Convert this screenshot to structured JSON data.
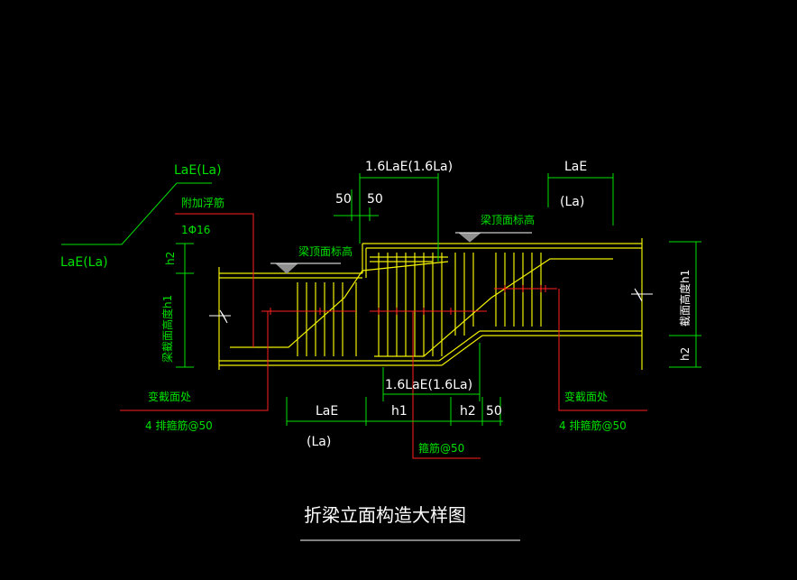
{
  "labels": {
    "lae_la_top": "LaE(La)",
    "lae_la_left": "LaE(La)",
    "fujia_fujin": "附加浮筋",
    "phi16": "1Φ16",
    "h2_left": "h2",
    "h1_left_vertical": "梁截面高度h1",
    "jiejiemian_left": "变截面处",
    "paijin_left": "4 排箍筋@50",
    "liang_top_left": "梁顶面标高",
    "liang_top_right": "梁顶面标高",
    "top_1_6": "1.6LaE(1.6La)",
    "dim_50_a": "50",
    "dim_50_b": "50",
    "lae_right_top": "LaE",
    "la_right_top": "(La)",
    "h1_right_vertical": "截面高度h1",
    "h2_right": "h2",
    "jiejiemian_right": "变截面处",
    "paijin_right": "4 排箍筋@50",
    "bottom_1_6": "1.6LaE(1.6La)",
    "bottom_lae": "LaE",
    "bottom_la": "(La)",
    "bottom_h1": "h1",
    "bottom_h2": "h2",
    "bottom_50": "50",
    "gujin50": "箍筋@50",
    "title": "折梁立面构造大样图"
  },
  "colors": {
    "background": "#000000",
    "beam": "#f0f000",
    "rebar_red": "#ff2020",
    "dimension_green": "#00e000",
    "text_white": "#ffffff",
    "marker_gray": "#909090"
  }
}
